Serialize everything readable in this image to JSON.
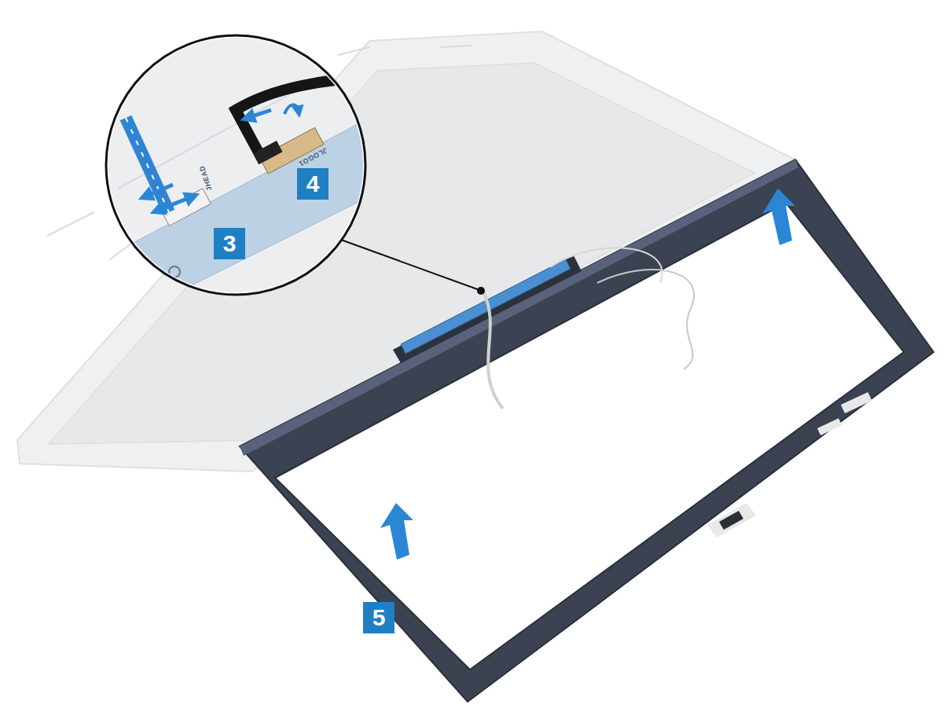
{
  "diagram": {
    "labels": [
      "3",
      "4",
      "5",
      "JLOGO1",
      "JHEAD"
    ]
  }
}
